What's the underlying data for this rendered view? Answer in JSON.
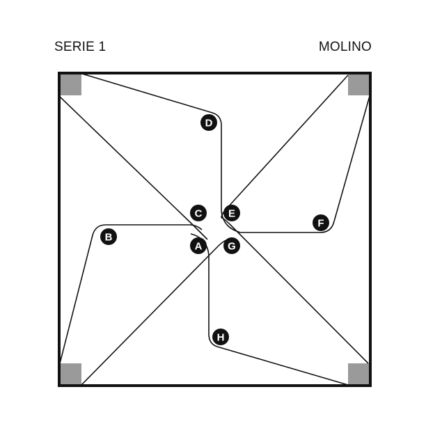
{
  "header": {
    "series": "SERIE 1",
    "pattern": "MOLINO"
  },
  "colors": {
    "line": "#111111",
    "corner_block": "#9a9a9a",
    "marker_fill": "#111111",
    "marker_text": "#ffffff"
  },
  "points": [
    {
      "id": "A",
      "label": "A"
    },
    {
      "id": "B",
      "label": "B"
    },
    {
      "id": "C",
      "label": "C"
    },
    {
      "id": "D",
      "label": "D"
    },
    {
      "id": "E",
      "label": "E"
    },
    {
      "id": "F",
      "label": "F"
    },
    {
      "id": "G",
      "label": "G"
    },
    {
      "id": "H",
      "label": "H"
    }
  ]
}
